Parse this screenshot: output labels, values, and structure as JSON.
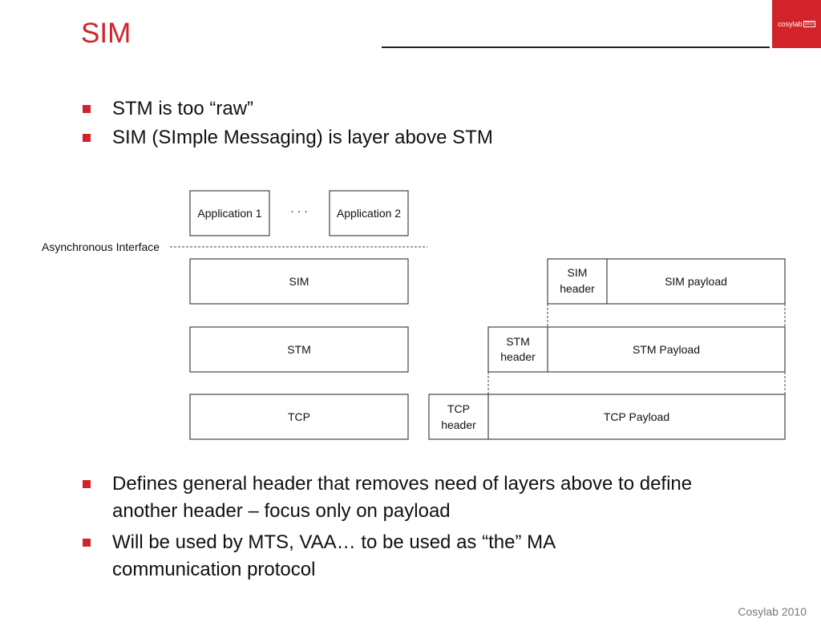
{
  "slide": {
    "title": "SIM",
    "logo_text": "cosylab",
    "logo_badge": "2010",
    "footer": "Cosylab 2010"
  },
  "bullets_top": [
    "STM is too “raw”",
    "SIM (SImple Messaging) is layer above STM"
  ],
  "bullets_bottom": [
    "Defines general header that removes need of layers above to define another header – focus only on payload",
    "Will be used by MTS, VAA… to be used as “the” MA communication protocol"
  ],
  "diagram": {
    "app1": "Application 1",
    "app2": "Application 2",
    "ellipsis": "· · ·",
    "async_label": "Asynchronous Interface",
    "stack": [
      "SIM",
      "STM",
      "TCP"
    ],
    "packet": {
      "sim_header_1": "SIM",
      "sim_header_2": "header",
      "sim_payload": "SIM payload",
      "stm_header_1": "STM",
      "stm_header_2": "header",
      "stm_payload": "STM Payload",
      "tcp_header_1": "TCP",
      "tcp_header_2": "header",
      "tcp_payload": "TCP Payload"
    }
  }
}
